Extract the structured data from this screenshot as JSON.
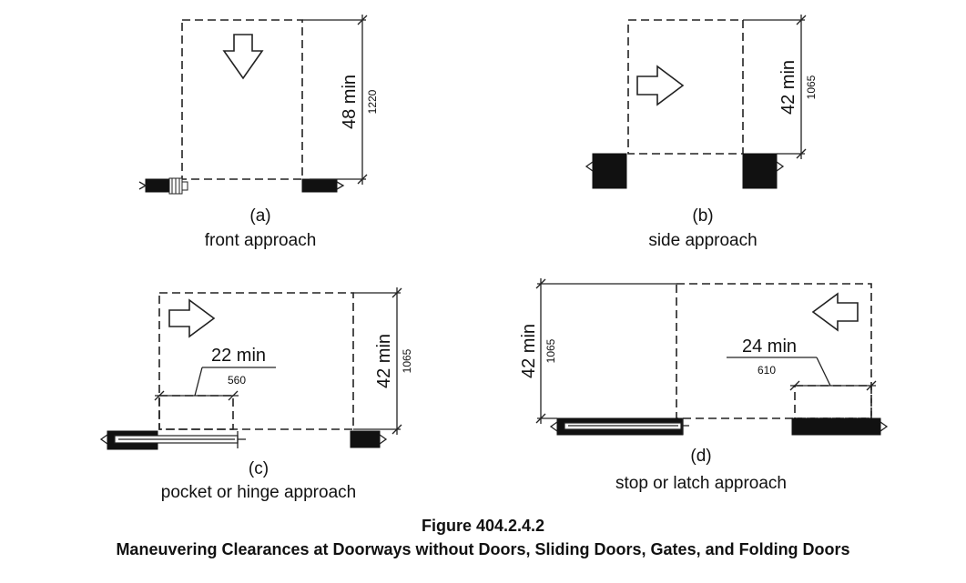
{
  "panels": {
    "a": {
      "letter": "(a)",
      "name": "front approach",
      "dim_imperial": "48 min",
      "dim_metric": "1220"
    },
    "b": {
      "letter": "(b)",
      "name": "side approach",
      "dim_imperial": "42 min",
      "dim_metric": "1065"
    },
    "c": {
      "letter": "(c)",
      "name": "pocket or hinge approach",
      "dim_imperial": "42 min",
      "dim_metric": "1065",
      "latch_imperial": "22 min",
      "latch_metric": "560"
    },
    "d": {
      "letter": "(d)",
      "name": "stop or latch approach",
      "dim_imperial": "42 min",
      "dim_metric": "1065",
      "latch_imperial": "24 min",
      "latch_metric": "610"
    }
  },
  "figure": {
    "number": "Figure 404.2.4.2",
    "title": "Maneuvering Clearances at Doorways without Doors, Sliding Doors, Gates, and Folding Doors"
  }
}
